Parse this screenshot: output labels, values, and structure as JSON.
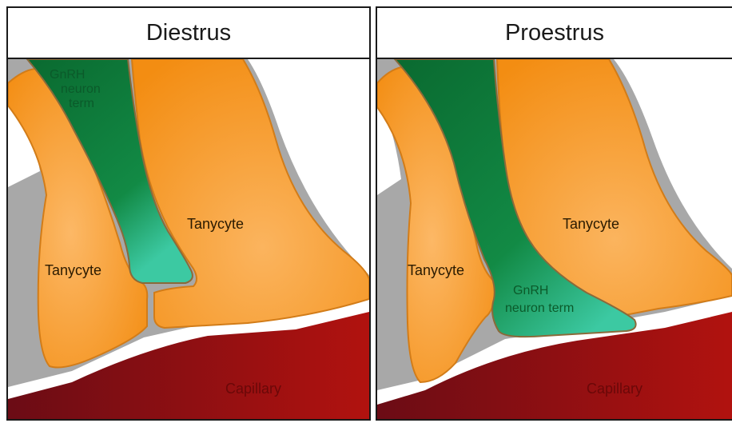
{
  "panels": [
    {
      "title": "Diestrus",
      "labels": {
        "gnrh": [
          "GnRH",
          "neuron",
          "term"
        ],
        "tanycyte_right": "Tanycyte",
        "tanycyte_left": "Tanycyte",
        "capillary": "Capillary"
      }
    },
    {
      "title": "Proestrus",
      "labels": {
        "gnrh": [
          "GnRH",
          "neuron term"
        ],
        "tanycyte_right": "Tanycyte",
        "tanycyte_left": "Tanycyte",
        "capillary": "Capillary"
      }
    }
  ],
  "colors": {
    "tanycyte": "#f7941d",
    "tanycyte_edge": "#d9801a",
    "gnrh_dark": "#0b6e32",
    "gnrh_light": "#2bb890",
    "extracellular": "#a7a7a7",
    "capillary": "#9c1010",
    "capillary_dark": "#6e0b0b"
  }
}
